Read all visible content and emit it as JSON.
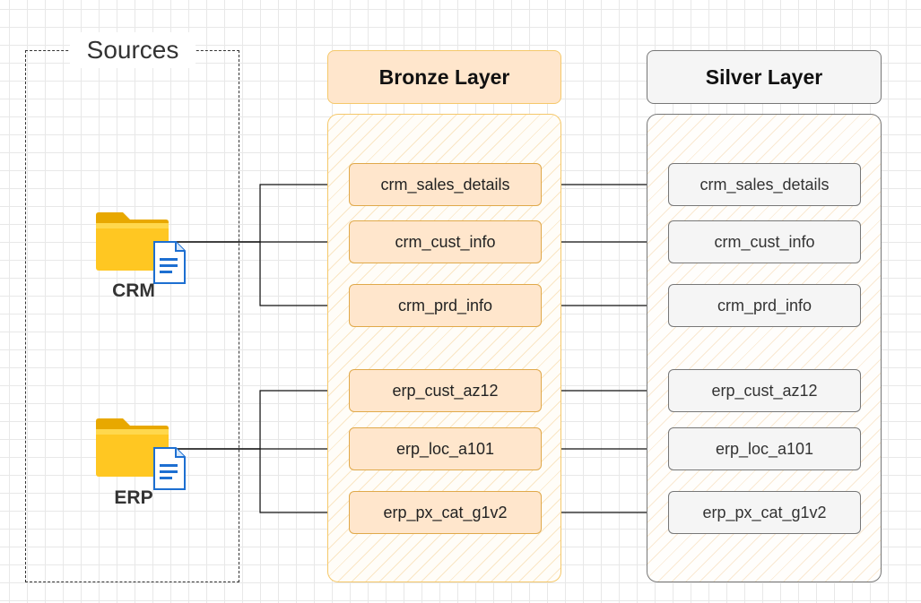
{
  "sources": {
    "title": "Sources",
    "items": [
      {
        "label": "CRM",
        "icon": "folder-with-document-icon"
      },
      {
        "label": "ERP",
        "icon": "folder-with-document-icon"
      }
    ]
  },
  "bronze": {
    "title": "Bronze Layer",
    "color": "#ffe6cc",
    "border_color": "#e0a94a",
    "tables": [
      "crm_sales_details",
      "crm_cust_info",
      "crm_prd_info",
      "erp_cust_az12",
      "erp_loc_a101",
      "erp_px_cat_g1v2"
    ]
  },
  "silver": {
    "title": "Silver Layer",
    "color": "#f5f5f5",
    "border_color": "#777777",
    "tables": [
      "crm_sales_details",
      "crm_cust_info",
      "crm_prd_info",
      "erp_cust_az12",
      "erp_loc_a101",
      "erp_px_cat_g1v2"
    ]
  }
}
